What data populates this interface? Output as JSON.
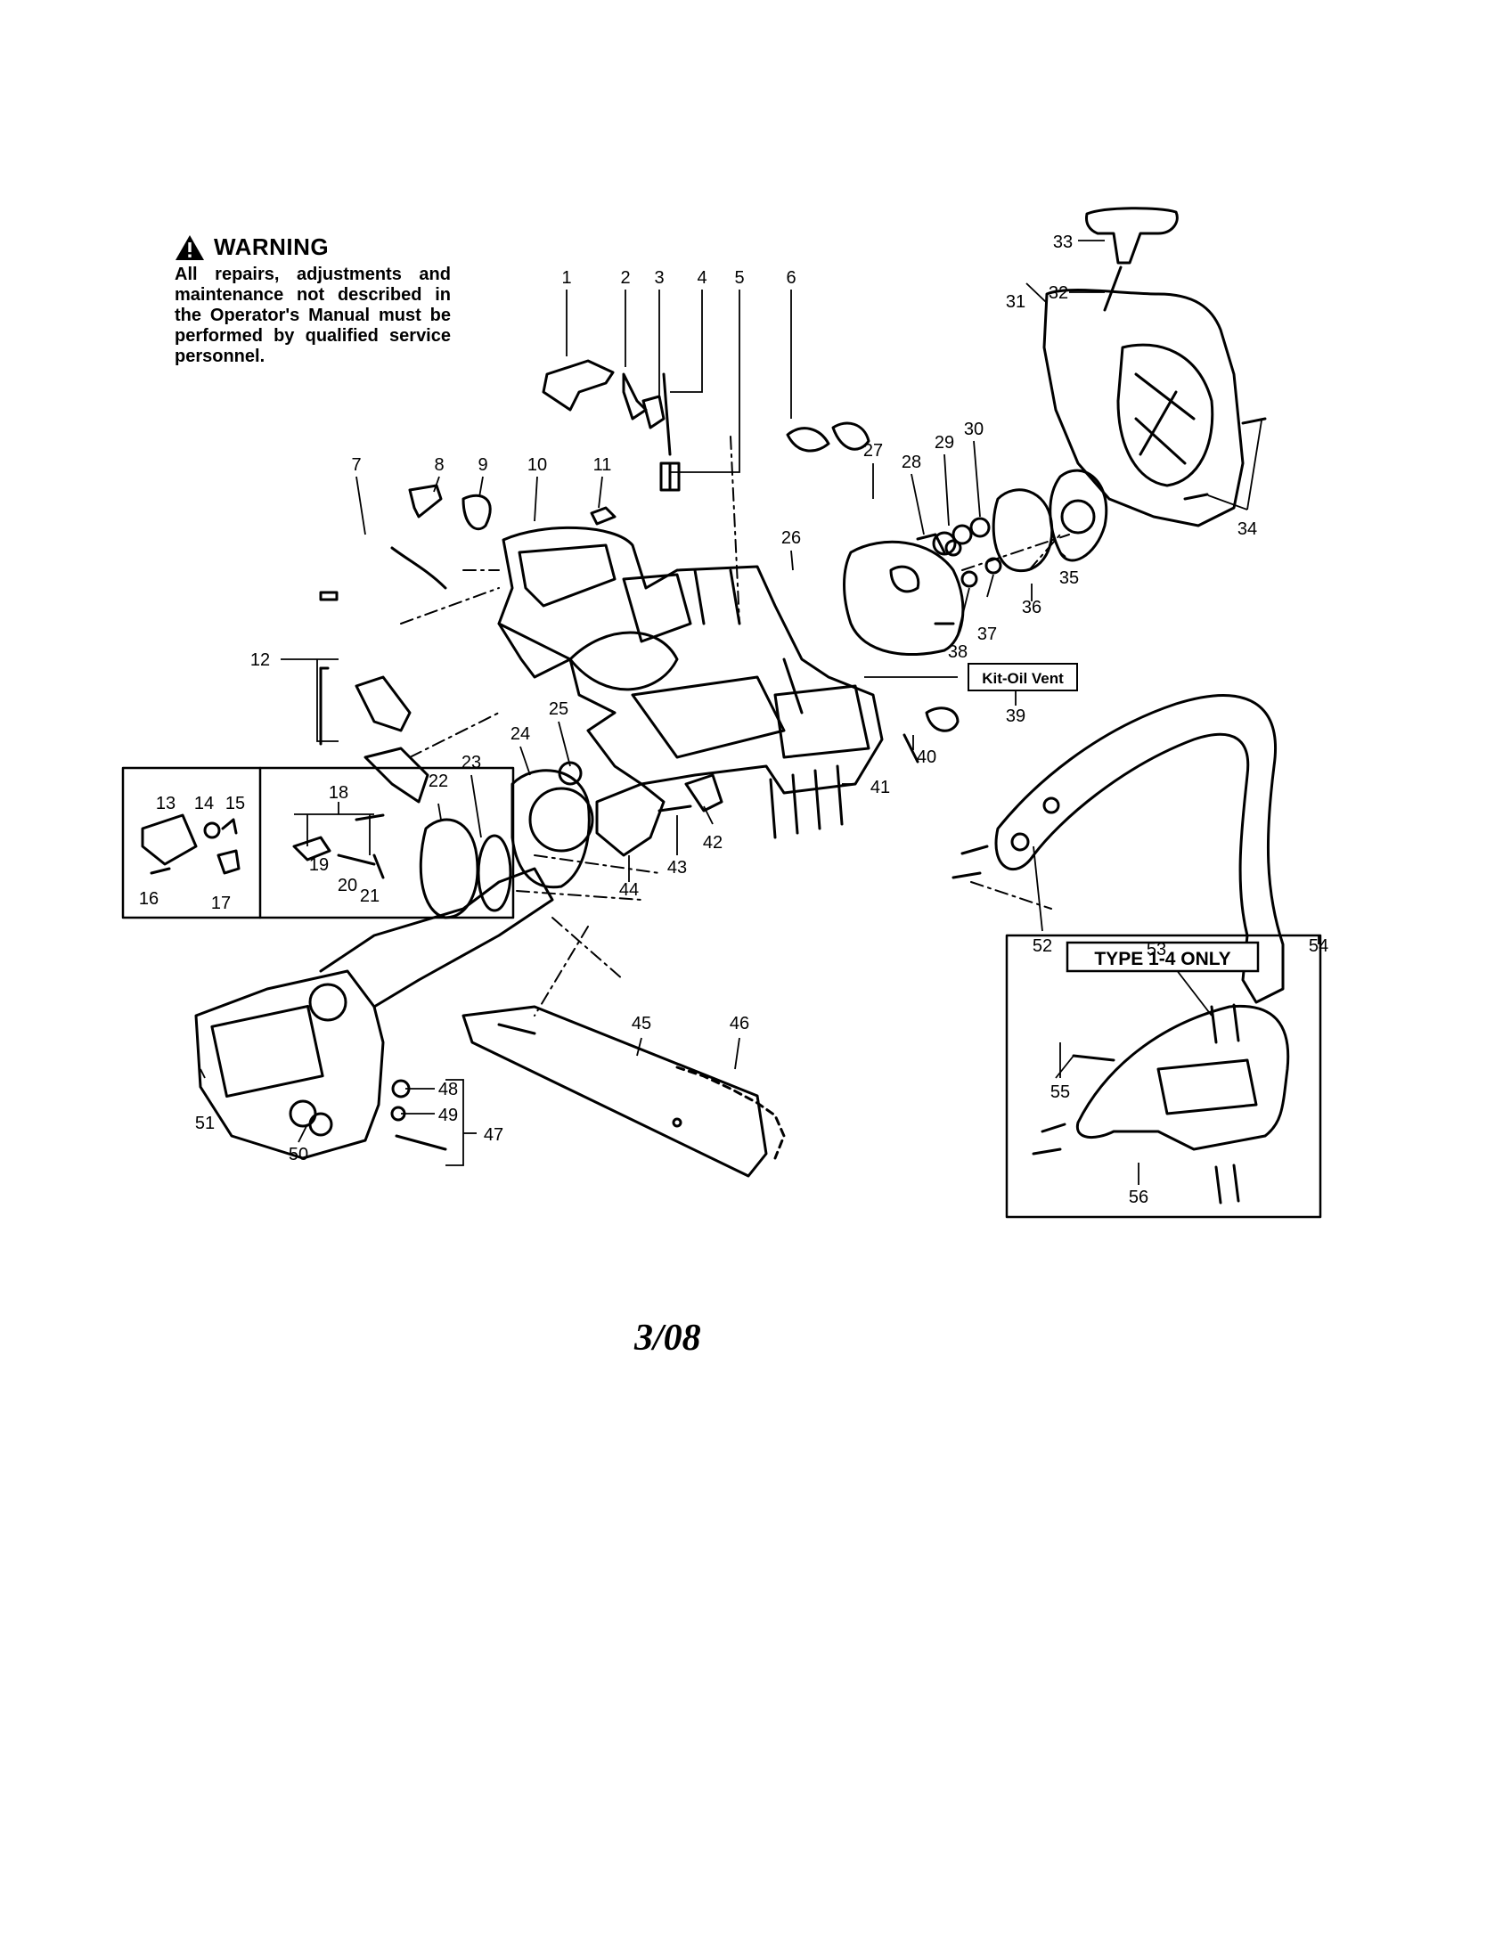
{
  "warning": {
    "title": "WARNING",
    "text": "All repairs, adjustments and maintenance not described in the Operator's Manual must be performed by qualified service personnel."
  },
  "callouts": [
    "1",
    "2",
    "3",
    "4",
    "5",
    "6",
    "7",
    "8",
    "9",
    "10",
    "11",
    "12",
    "13",
    "14",
    "15",
    "16",
    "17",
    "18",
    "19",
    "20",
    "21",
    "22",
    "23",
    "24",
    "25",
    "26",
    "27",
    "28",
    "29",
    "30",
    "31",
    "32",
    "33",
    "34",
    "35",
    "36",
    "37",
    "38",
    "39",
    "40",
    "41",
    "42",
    "43",
    "44",
    "45",
    "46",
    "47",
    "48",
    "49",
    "50",
    "51",
    "52",
    "53",
    "54",
    "55",
    "56"
  ],
  "kit_label": "Kit-Oil Vent",
  "type_box_label": "TYPE 1-4 ONLY",
  "date_code": "3/08"
}
